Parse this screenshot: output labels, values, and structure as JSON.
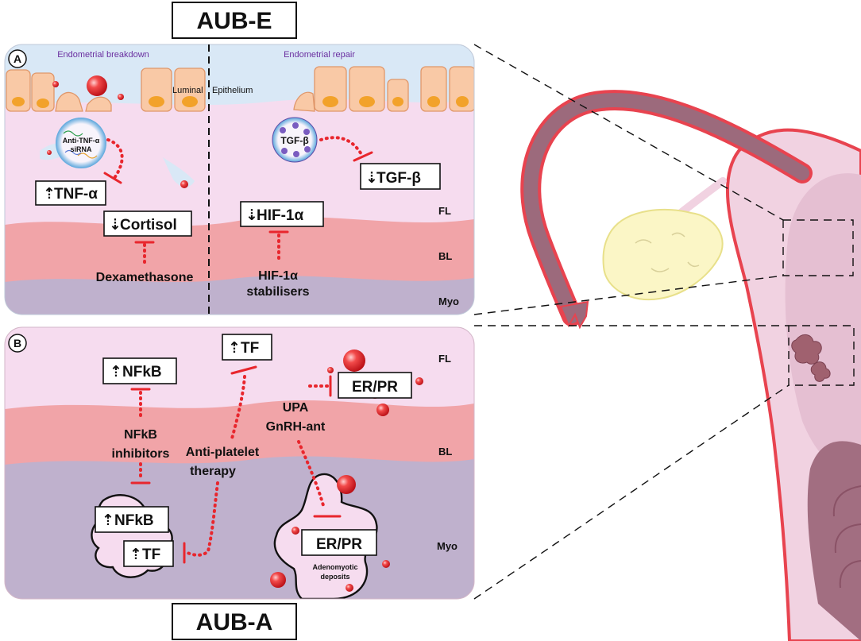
{
  "titles": {
    "top": "AUB-E",
    "bottom": "AUB-A"
  },
  "panel_a": {
    "label": "A",
    "header_left": "Endometrial breakdown",
    "header_right": "Endometrial repair",
    "luminal": "Luminal",
    "epithelium": "Epithelium",
    "anti_tnf_line1": "Anti-TNF-α",
    "anti_tnf_line2": "siRNA",
    "tgf_bubble": "TGF-β",
    "tnf_box": "TNF-α",
    "tgf_box": "TGF-β",
    "hif_box": "HIF-1α",
    "cortisol_box": "Cortisol",
    "dexamethasone": "Dexamethasone",
    "hif_stab_line1": "HIF-1α",
    "hif_stab_line2": "stabilisers",
    "layer_fl": "FL",
    "layer_bl": "BL",
    "layer_myo": "Myo"
  },
  "panel_b": {
    "label": "B",
    "nfkb_box": "NFkB",
    "tf_box": "TF",
    "erpr_box": "ER/PR",
    "upa": "UPA",
    "gnrh": "GnRH-ant",
    "nfkb_inh_line1": "NFkB",
    "nfkb_inh_line2": "inhibitors",
    "antiplatelet_line1": "Anti-platelet",
    "antiplatelet_line2": "therapy",
    "nfkb_box2": "NFkB",
    "tf_box2": "TF",
    "erpr_box2": "ER/PR",
    "adeno_line1": "Adenomyotic",
    "adeno_line2": "deposits",
    "layer_fl": "FL",
    "layer_bl": "BL",
    "layer_myo": "Myo"
  },
  "arrows": {
    "up": "⇡",
    "down": "⇣"
  },
  "colors": {
    "lumen": "#d9e8f6",
    "functional_layer": "#f6dcef",
    "basal_layer": "#f1a4a8",
    "myometrium": "#bfb1cd",
    "inhibition_red": "#e8262d",
    "uterus_outline": "#e8434f",
    "uterus_fill": "#f1d2e1",
    "ovary": "#fbf6c6"
  }
}
